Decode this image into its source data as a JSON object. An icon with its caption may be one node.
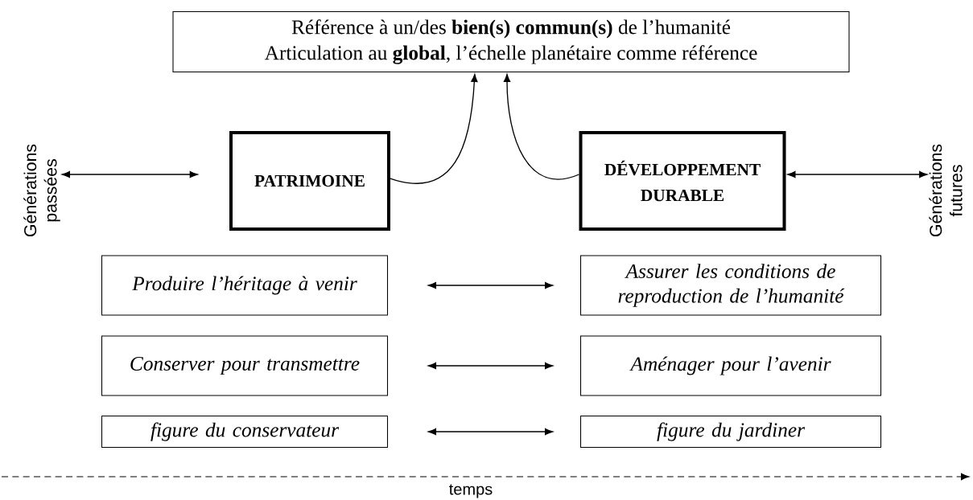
{
  "diagram": {
    "nodes": [
      {
        "text": [
          "Référence à un/des **bien(s) commun(s)** de l’humanité",
          "Articulation au **global**, l’échelle planétaire comme référence"
        ]
      },
      {
        "text": [
          "Générations passées"
        ]
      },
      {
        "text": [
          "PATRIMOINE"
        ]
      },
      {
        "text": [
          "DÉVELOPPEMENT DURABLE"
        ]
      },
      {
        "text": [
          "Générations futures"
        ]
      },
      {
        "text": [
          "Produire l’héritage à venir"
        ]
      },
      {
        "text": [
          "Assurer les conditions de reproduction de l’humanité"
        ]
      },
      {
        "text": [
          "Conserver pour transmettre"
        ]
      },
      {
        "text": [
          "Aménager pour l’avenir"
        ]
      },
      {
        "text": [
          "figure du conservateur"
        ]
      },
      {
        "text": [
          "figure du jardiner"
        ]
      }
    ],
    "edges": [
      {
        "from": 1,
        "to": 2,
        "arrow": "both"
      },
      {
        "from": 2,
        "to": 0,
        "arrow": "to"
      },
      {
        "from": 3,
        "to": 0,
        "arrow": "to"
      },
      {
        "from": 3,
        "to": 4,
        "arrow": "both"
      },
      {
        "from": 5,
        "to": 6,
        "arrow": "both"
      },
      {
        "from": 7,
        "to": 8,
        "arrow": "both"
      },
      {
        "from": 9,
        "to": 10,
        "arrow": "both"
      }
    ],
    "labels": [
      "temps"
    ]
  }
}
